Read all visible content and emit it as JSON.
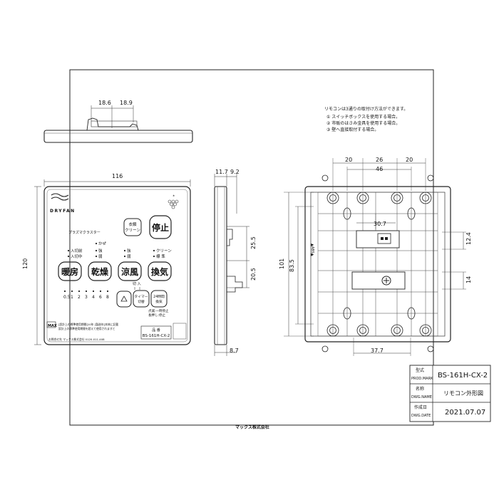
{
  "top_view": {
    "dims": [
      "18.6",
      "18.9"
    ]
  },
  "front_view": {
    "width_dim": "116",
    "height_dim": "120",
    "brand": "DRYFAN",
    "plasma_label": "プラズマクラスター",
    "btn_cleaning": "衣類\nクリーン",
    "btn_stop": "停止",
    "wind_labels": [
      "かぜ",
      "強",
      "弱"
    ],
    "entry_labels": [
      "入切前",
      "入切中"
    ],
    "wind_labels_2": [
      "強",
      "弱"
    ],
    "mode_labels": [
      "クリーン",
      "標 準"
    ],
    "mode_buttons": [
      "暖房",
      "乾燥",
      "涼風",
      "換気"
    ],
    "timer_numbers": [
      "0.5",
      "1",
      "2",
      "3",
      "4",
      "6",
      "8"
    ],
    "timer_label": "タイマー\n切替",
    "btn_24h": "24時間\n換気",
    "light_label": "切 入",
    "hold_label": "点滅:一時停止\n長押し:停止",
    "footer_note_1": "[設計上の標準使用期間]10年 [製造年]本体に記載",
    "footer_note_2": "設計上の標準使用期間を超えて使用されますと",
    "footer_note_3": "お問合せ先 マックス株式会社 0120-011-408",
    "model_label": "品 番",
    "model": "BS-161H-CX-2",
    "max_logo": "MAX"
  },
  "side_view": {
    "dims_top": [
      "11.7",
      "9.2"
    ],
    "dims_right": [
      "25.5",
      "20.5"
    ],
    "dim_bottom": "8.7"
  },
  "rear_view": {
    "dims_top": [
      "20",
      "26",
      "20"
    ],
    "dim_span": "46",
    "dim_center": "30.7",
    "dims_left": [
      "101",
      "83.5"
    ],
    "dims_right": [
      "12.4",
      "14"
    ],
    "dim_bottom": "37.7",
    "side_mark": "▲ABS▲"
  },
  "notes": {
    "title": "リモコンは3通りの取付け方法ができます。",
    "items": [
      "① スイッチボックスを使用する場合。",
      "② 市販のはさみ金具を使用する場合。",
      "③ 壁へ直接取付する場合。"
    ]
  },
  "title_block": {
    "row1_label_jp": "型式",
    "row1_label_en": "PROD.MARK",
    "row1_value": "BS-161H-CX-2",
    "row2_label_jp": "名称",
    "row2_label_en": "DWG.NAME",
    "row2_value": "リモコン外形図",
    "row3_label_jp": "作成日",
    "row3_label_en": "DWG.DATE",
    "row3_value": "2021.07.07"
  },
  "company": "マックス株式会社"
}
